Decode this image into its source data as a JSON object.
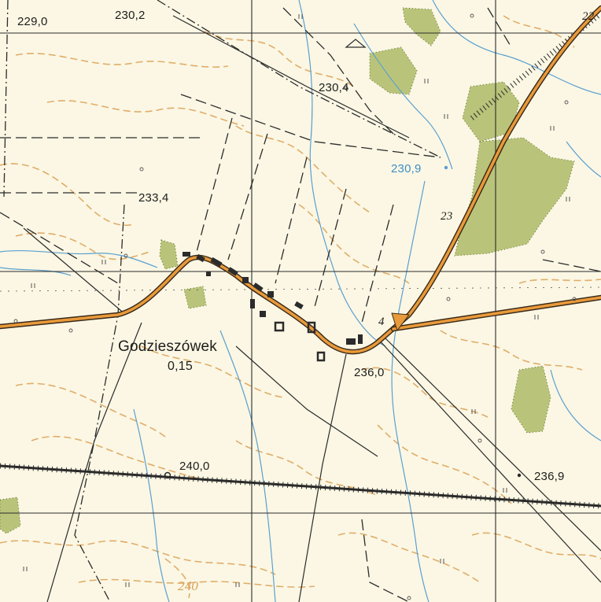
{
  "map": {
    "place_name": "Godzieszówek",
    "place_value": "0,15",
    "elevations": [
      "229,0",
      "230,2",
      "230,4",
      "233,4",
      "236,0",
      "240,0",
      "236,9"
    ],
    "water_label": "230,9",
    "contour_label": "240",
    "road_numbers": [
      "22",
      "23",
      "4"
    ],
    "colors": {
      "paper": "#fbf7e4",
      "road_fill": "#e99a3a",
      "road_edge": "#3a2a1a",
      "contour": "#e0ad6a",
      "water": "#5a9fd0",
      "forest": "#b9c47a",
      "grid": "#2b2b2b",
      "railway": "#2b2b2b"
    }
  }
}
